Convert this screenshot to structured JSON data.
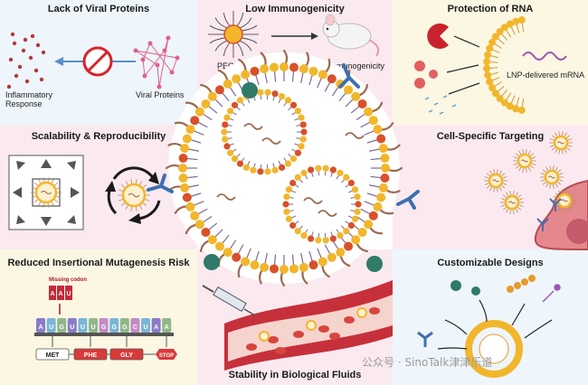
{
  "panels": {
    "viral": {
      "title": "Lack of Viral Proteins",
      "label_left": "Inflammatory\nResponse",
      "label_right": "Viral Proteins"
    },
    "immuno": {
      "title": "Low Immunogenicity",
      "label_left": "PEGylation",
      "label_right": "↓ Immunogenicity"
    },
    "rna": {
      "title": "Protection of RNA",
      "label": "LNP-delivered mRNA"
    },
    "scal": {
      "title": "Scalability & Reproducibility"
    },
    "cell": {
      "title": "Cell-Specific Targeting"
    },
    "muta": {
      "title": "Reduced Insertional Mutagenesis Risk",
      "missing": "Missing codon",
      "codon_top": [
        "A",
        "A",
        "U"
      ],
      "bases": [
        "A",
        "U",
        "G",
        "U",
        "U",
        "U",
        "G",
        "G",
        "G",
        "C",
        "U",
        "A",
        "A"
      ],
      "aa": [
        "MET",
        "PHE",
        "GLY",
        "STOP"
      ]
    },
    "stab": {
      "title": "Stability in Biological Fluids"
    },
    "custom": {
      "title": "Customizable Designs"
    }
  },
  "watermark": "公众号 · SinoTalk津津乐道",
  "colors": {
    "blue_bg": "#eef5fb",
    "pink_bg": "#fbe9f0",
    "cream_bg": "#fcf7e3",
    "lipid_head": "#f2b62c",
    "lipid_head2": "#d9502a",
    "mrna": "#9b6a50",
    "antibody": "#3d6fb0",
    "virus": "#2f7a68"
  }
}
